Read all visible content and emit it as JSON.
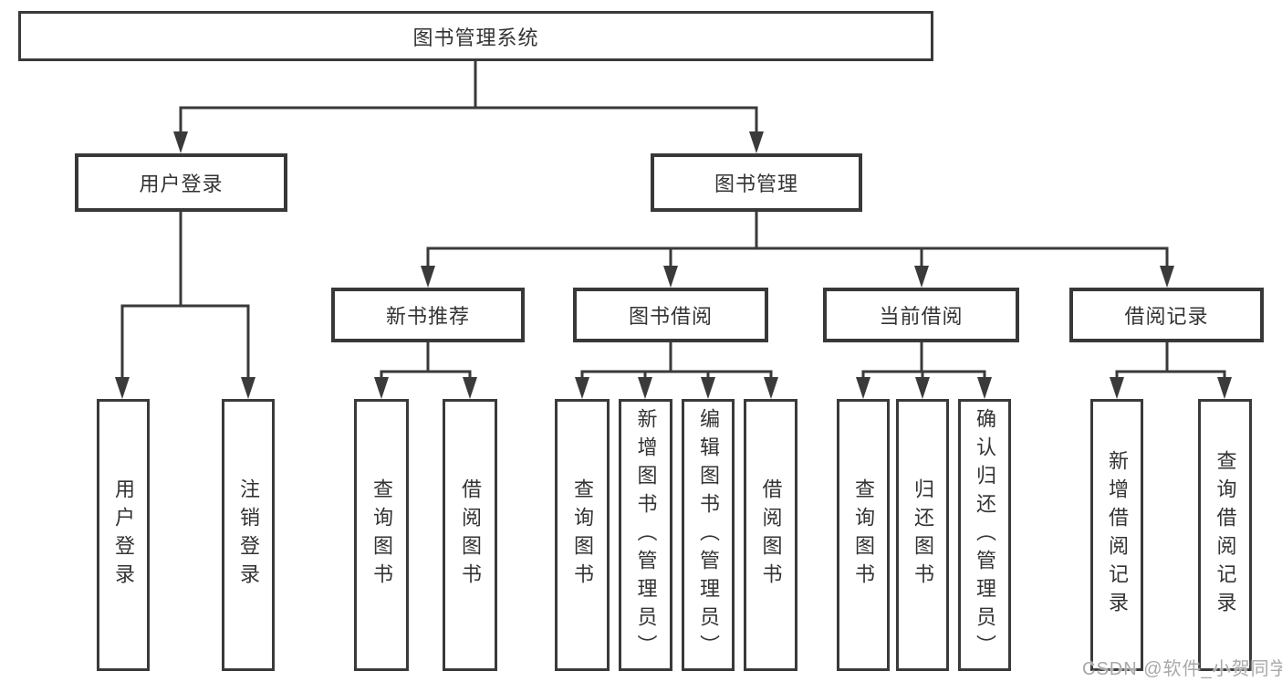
{
  "colors": {
    "background": "#ffffff",
    "line": "#3a3a3a",
    "box_border": "#3a3a3a",
    "text": "#333333",
    "watermark": "#a9a9a9"
  },
  "diagram": {
    "root": {
      "label": "图书管理系统"
    },
    "level2": [
      {
        "id": "user-login",
        "label": "用户登录"
      },
      {
        "id": "book-management",
        "label": "图书管理"
      }
    ],
    "level3": [
      {
        "id": "new-book-recommend",
        "parent": "图书管理",
        "label": "新书推荐"
      },
      {
        "id": "book-borrowing",
        "parent": "图书管理",
        "label": "图书借阅"
      },
      {
        "id": "current-borrowing",
        "parent": "图书管理",
        "label": "当前借阅"
      },
      {
        "id": "borrowing-records",
        "parent": "图书管理",
        "label": "借阅记录"
      }
    ],
    "leaves": [
      {
        "parent": "用户登录",
        "label": "用户登录"
      },
      {
        "parent": "用户登录",
        "label": "注销登录"
      },
      {
        "parent": "新书推荐",
        "label": "查询图书"
      },
      {
        "parent": "新书推荐",
        "label": "借阅图书"
      },
      {
        "parent": "图书借阅",
        "label": "查询图书"
      },
      {
        "parent": "图书借阅",
        "label": "新增图书（管理员）"
      },
      {
        "parent": "图书借阅",
        "label": "编辑图书（管理员）"
      },
      {
        "parent": "图书借阅",
        "label": "借阅图书"
      },
      {
        "parent": "当前借阅",
        "label": "查询图书"
      },
      {
        "parent": "当前借阅",
        "label": "归还图书"
      },
      {
        "parent": "当前借阅",
        "label": "确认归还（管理员）"
      },
      {
        "parent": "借阅记录",
        "label": "新增借阅记录"
      },
      {
        "parent": "借阅记录",
        "label": "查询借阅记录"
      }
    ]
  },
  "watermark": {
    "text": "CSDN @软件_小贺同学"
  }
}
